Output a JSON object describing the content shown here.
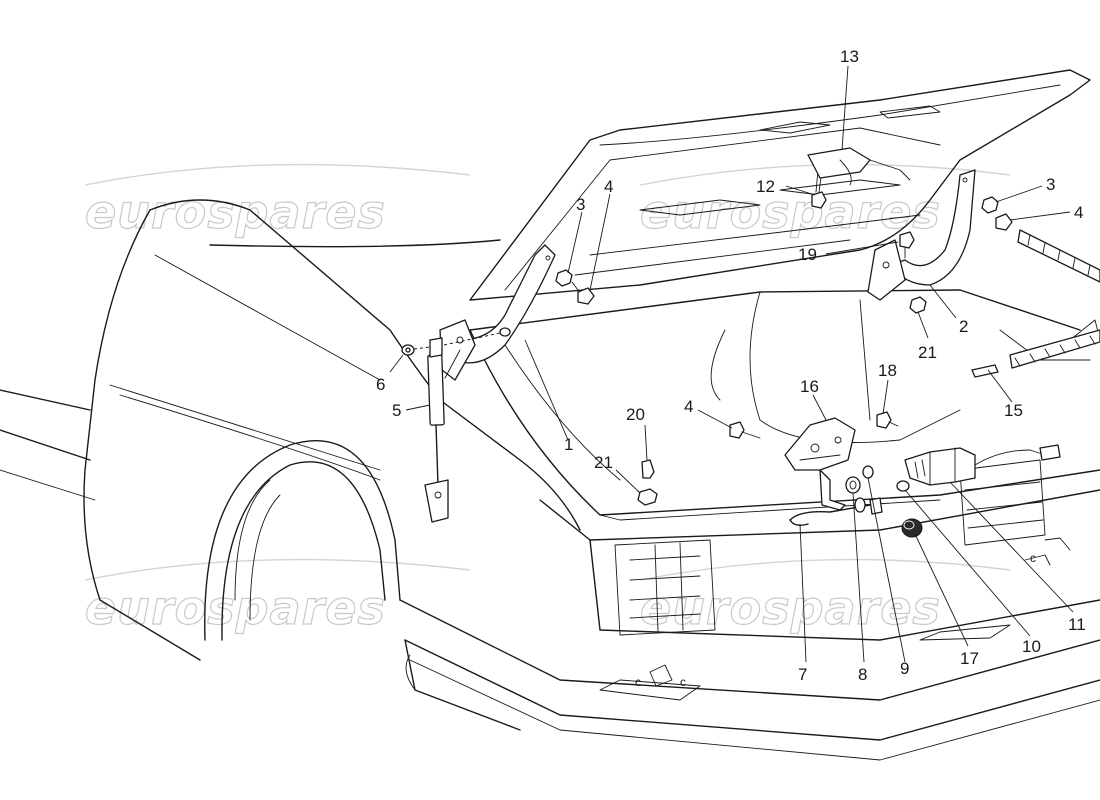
{
  "watermark": {
    "text": "eurospares",
    "instances": 4
  },
  "callouts": [
    {
      "id": "c1",
      "number": "1"
    },
    {
      "id": "c2",
      "number": "2"
    },
    {
      "id": "c3a",
      "number": "3"
    },
    {
      "id": "c3b",
      "number": "3"
    },
    {
      "id": "c4a",
      "number": "4"
    },
    {
      "id": "c4b",
      "number": "4"
    },
    {
      "id": "c4c",
      "number": "4"
    },
    {
      "id": "c5",
      "number": "5"
    },
    {
      "id": "c6",
      "number": "6"
    },
    {
      "id": "c7",
      "number": "7"
    },
    {
      "id": "c8",
      "number": "8"
    },
    {
      "id": "c9",
      "number": "9"
    },
    {
      "id": "c10",
      "number": "10"
    },
    {
      "id": "c11",
      "number": "11"
    },
    {
      "id": "c12",
      "number": "12"
    },
    {
      "id": "c13",
      "number": "13"
    },
    {
      "id": "c15",
      "number": "15"
    },
    {
      "id": "c16",
      "number": "16"
    },
    {
      "id": "c17",
      "number": "17"
    },
    {
      "id": "c18",
      "number": "18"
    },
    {
      "id": "c19",
      "number": "19"
    },
    {
      "id": "c20",
      "number": "20"
    },
    {
      "id": "c21a",
      "number": "21"
    },
    {
      "id": "c21b",
      "number": "21"
    }
  ],
  "colors": {
    "ink": "#1a1a1a",
    "paper": "#ffffff",
    "watermark": "#c9c9c9"
  }
}
